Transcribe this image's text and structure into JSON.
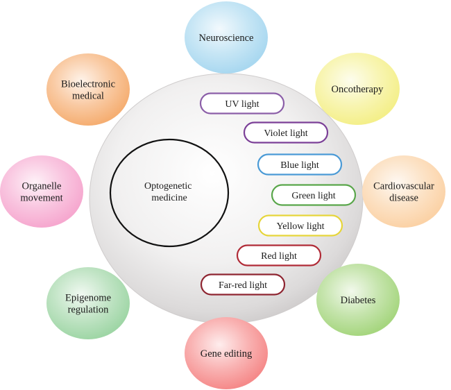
{
  "center": {
    "label": [
      "Optogenetic",
      "medicine"
    ]
  },
  "light_types": [
    {
      "label": "UV light",
      "color": "#8b5ea8"
    },
    {
      "label": "Violet light",
      "color": "#7b3f97"
    },
    {
      "label": "Blue light",
      "color": "#4a9ad6"
    },
    {
      "label": "Green light",
      "color": "#59a64a"
    },
    {
      "label": "Yellow light",
      "color": "#e6d53a"
    },
    {
      "label": "Red light",
      "color": "#b02a36"
    },
    {
      "label": "Far-red light",
      "color": "#8e2430"
    }
  ],
  "applications": [
    {
      "label": [
        "Neuroscience"
      ],
      "color": "#a9d8f0"
    },
    {
      "label": [
        "Oncotherapy"
      ],
      "color": "#f4ef8a"
    },
    {
      "label": [
        "Cardiovascular",
        "disease"
      ],
      "color": "#fbd2a6"
    },
    {
      "label": [
        "Diabetes"
      ],
      "color": "#a6d67f"
    },
    {
      "label": [
        "Gene editing"
      ],
      "color": "#f58a8a"
    },
    {
      "label": [
        "Epigenome",
        "regulation"
      ],
      "color": "#9fd6a6"
    },
    {
      "label": [
        "Organelle",
        "movement"
      ],
      "color": "#f6a8cf"
    },
    {
      "label": [
        "Bioelectronic",
        "medical"
      ],
      "color": "#f5ae72"
    }
  ]
}
